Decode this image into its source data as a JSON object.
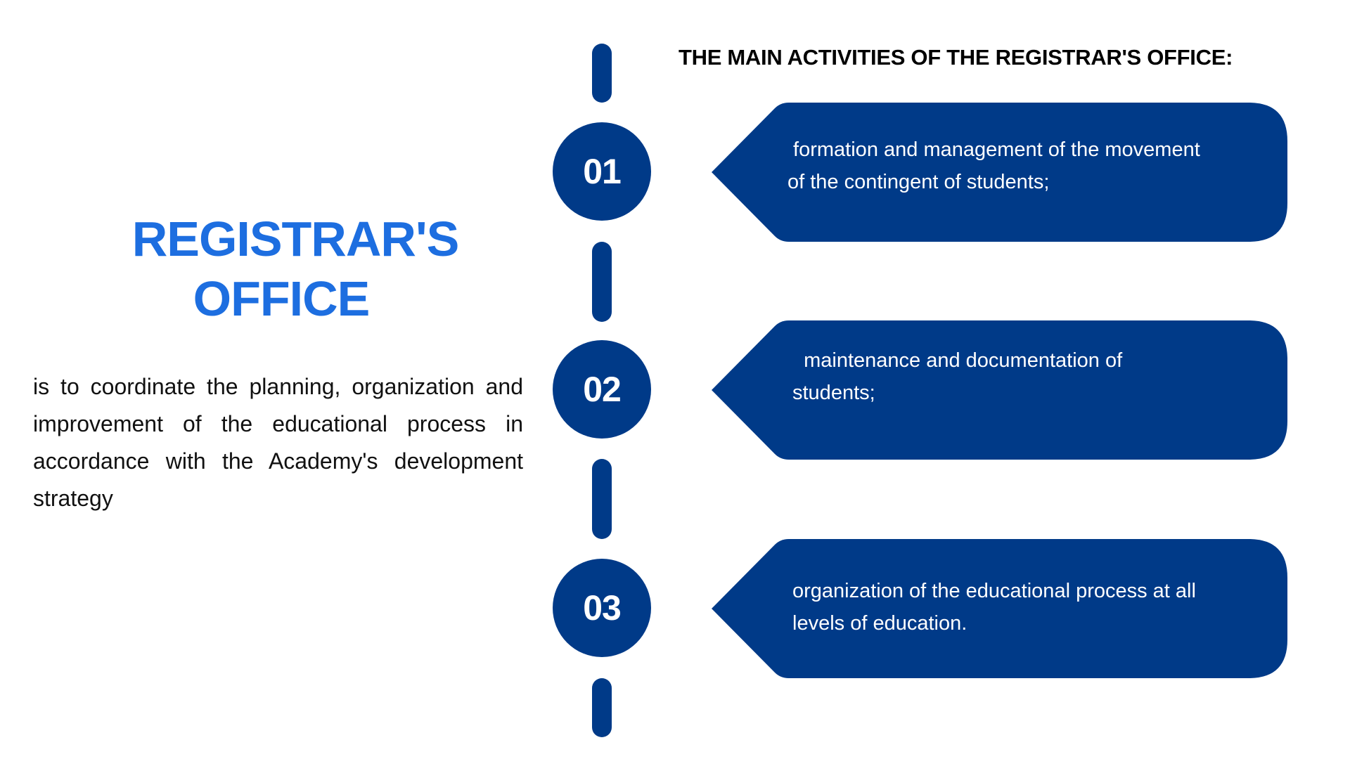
{
  "left": {
    "title_line1": "REGISTRAR'S",
    "title_line2": "OFFICE",
    "description": " is to coordinate the planning, organization and improvement of the educational process in accordance with the Academy's development strategy"
  },
  "right": {
    "heading": "THE MAIN ACTIVITIES OF THE REGISTRAR'S OFFICE:",
    "items": [
      {
        "number": "01",
        "lines": [
          " formation and management of the movement",
          "of the contingent of students;"
        ]
      },
      {
        "number": "02",
        "lines": [
          "  maintenance and documentation of",
          "students;"
        ]
      },
      {
        "number": "03",
        "lines": [
          "organization of the educational process at all",
          "levels of education."
        ]
      }
    ]
  },
  "colors": {
    "accent": "#1d6ee0",
    "navy": "#003a88"
  }
}
